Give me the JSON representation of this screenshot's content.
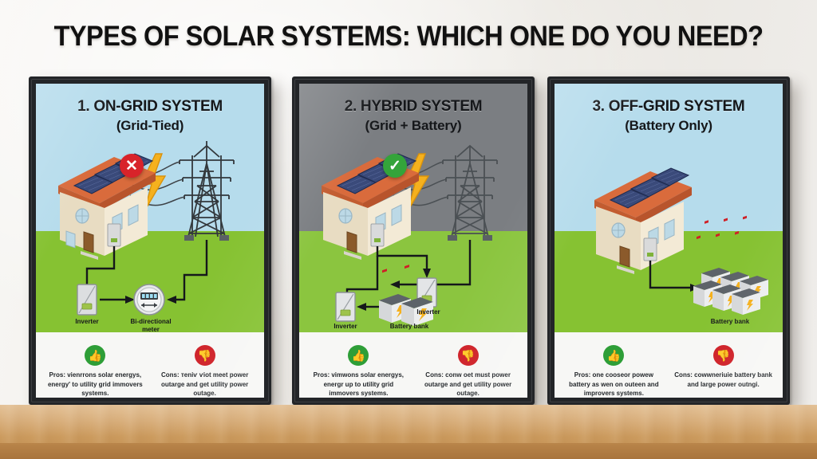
{
  "main_title": "TYPES OF SOLAR SYSTEMS: WHICH ONE DO YOU NEED?",
  "colors": {
    "sky_blue": "#b6dcec",
    "sky_gray": "#7b7e82",
    "ground_green": "#86c232",
    "frame_black": "#232528",
    "wall": "#f1efeb",
    "table_wood": "#d2a165",
    "badge_red": "#d8232a",
    "badge_green": "#34a43a",
    "thumb_up_green": "#2e9e37",
    "thumb_down_red": "#cf2027",
    "roof_orange": "#d96b3c",
    "panel_blue": "#3a4a7a",
    "bolt_yellow": "#f5b11e"
  },
  "panels": [
    {
      "number": "1.",
      "title": "1. ON-GRID SYSTEM",
      "subtitle": "(Grid-Tied)",
      "sky": "blue",
      "badge": "x",
      "badge_glyph": "✕",
      "has_tower": true,
      "has_bolt": true,
      "diagram_labels": [
        "Inverter",
        "Bi-directional\nmeter"
      ],
      "label_inverter": "Inverter",
      "label_meter_line1": "Bi-directional",
      "label_meter_line2": "meter",
      "pros_icon": "thumbs-up-icon",
      "cons_icon": "thumbs-down-icon",
      "pros_glyph": "👍",
      "cons_glyph": "👎",
      "pros": "Pros: vienrrons solar energys, energy' to utility grid immovers systems.",
      "cons": "Cons: тeniѵ ѵiot meet power outarge and get utility power outage."
    },
    {
      "number": "2.",
      "title": "2. HYBRID SYSTEM",
      "subtitle": "(Grid + Battery)",
      "sky": "gray",
      "badge": "check",
      "badge_glyph": "✓",
      "has_tower": true,
      "has_bolt": true,
      "diagram_labels": [
        "Inverter",
        "Inverter",
        "Battery bank"
      ],
      "label_inverter_top": "Inverter",
      "label_inverter_bottom": "Inverter",
      "label_battery": "Battery bank",
      "pros_icon": "thumbs-up-icon",
      "cons_icon": "thumbs-down-icon",
      "pros_glyph": "👍",
      "cons_glyph": "👎",
      "pros": "Pros: vimwons solar energys, energr up to utility grid immovers systems.",
      "cons": "Cons: conw oet must power outarge and get utility power outage."
    },
    {
      "number": "3.",
      "title": "3. OFF-GRID SYSTEM",
      "subtitle": "(Battery Only)",
      "sky": "blue",
      "badge": "none",
      "badge_glyph": "",
      "has_tower": false,
      "has_bolt": false,
      "diagram_labels": [
        "Battery bank"
      ],
      "label_battery": "Battery bank",
      "pros_icon": "thumbs-up-icon",
      "cons_icon": "thumbs-down-icon",
      "pros_glyph": "👍",
      "cons_glyph": "👎",
      "pros": "Pros: one cooseor powew battery as wen on outeen and improvers systems.",
      "cons": "Cons: cowwneriuie battery bank and large power outngi."
    }
  ]
}
